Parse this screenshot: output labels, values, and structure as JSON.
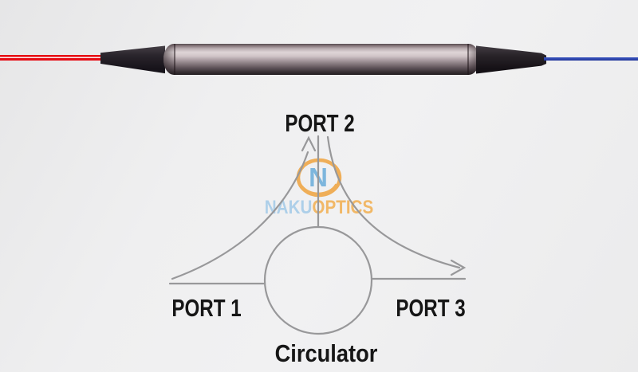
{
  "photo": {
    "input_fiber_color": "#e60a12",
    "output_fiber_color": "#2a46ad",
    "boot_color": "#1c181d",
    "body_highlight_color": "#ded5d7"
  },
  "diagram": {
    "port1_label": "PORT 1",
    "port2_label": "PORT 2",
    "port3_label": "PORT 3",
    "caption": "Circulator",
    "line_color": "#98989a"
  },
  "logo": {
    "monogram": "N",
    "name_part1": "NAKU",
    "name_part2": "OPTICS",
    "ring_color": "#efa94c",
    "monogram_color": "#74b2dc",
    "name_part1_color": "#a8cde9",
    "name_part2_color": "#f2b45c"
  }
}
